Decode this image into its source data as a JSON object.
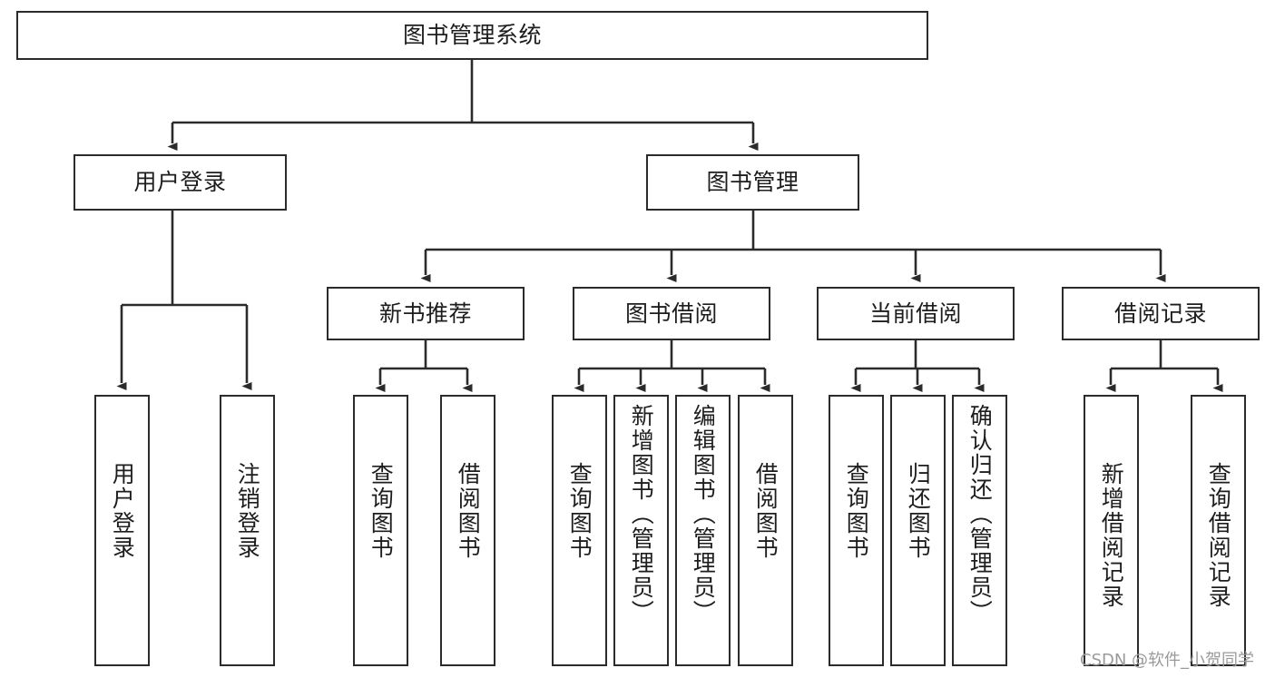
{
  "diagram": {
    "title": "图书管理系统",
    "root": {
      "id": "root",
      "label": "图书管理系统"
    },
    "level2": [
      {
        "id": "user-login",
        "label": "用户登录"
      },
      {
        "id": "book-manage",
        "label": "图书管理"
      }
    ],
    "level3": [
      {
        "id": "new-book-recommend",
        "label": "新书推荐"
      },
      {
        "id": "book-borrow",
        "label": "图书借阅"
      },
      {
        "id": "current-borrow",
        "label": "当前借阅"
      },
      {
        "id": "borrow-record",
        "label": "借阅记录"
      }
    ],
    "leaves": {
      "user_login": [
        {
          "id": "leaf-user-login",
          "label": "用户登录"
        },
        {
          "id": "leaf-logout-login",
          "label": "注销登录"
        }
      ],
      "new_book_recommend": [
        {
          "id": "leaf-query-book-1",
          "label": "查询图书"
        },
        {
          "id": "leaf-borrow-book-1",
          "label": "借阅图书"
        }
      ],
      "book_borrow": [
        {
          "id": "leaf-query-book-2",
          "label": "查询图书"
        },
        {
          "id": "leaf-add-book",
          "label": "新增图书（管理员）"
        },
        {
          "id": "leaf-edit-book",
          "label": "编辑图书（管理员）"
        },
        {
          "id": "leaf-borrow-book-2",
          "label": "借阅图书"
        }
      ],
      "current_borrow": [
        {
          "id": "leaf-query-book-3",
          "label": "查询图书"
        },
        {
          "id": "leaf-return-book",
          "label": "归还图书"
        },
        {
          "id": "leaf-confirm-return",
          "label": "确认归还（管理员）"
        }
      ],
      "borrow_record": [
        {
          "id": "leaf-add-record",
          "label": "新增借阅记录"
        },
        {
          "id": "leaf-query-record",
          "label": "查询借阅记录"
        }
      ]
    },
    "watermark": "CSDN @软件_小贺同学",
    "colors": {
      "stroke": "#2b2b2b",
      "text": "#1d1d1d",
      "background": "#ffffff",
      "watermark": "#9a9a9a"
    }
  }
}
